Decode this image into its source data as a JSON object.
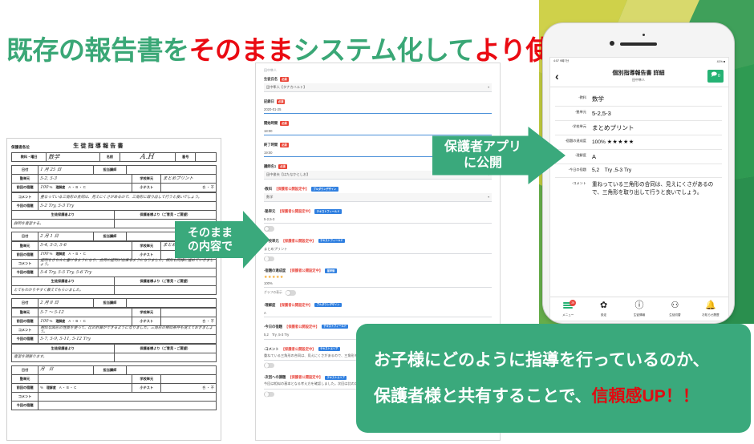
{
  "headline": {
    "seg1": "既存の報告書を",
    "seg2": "そのまま",
    "seg3": "システム化して",
    "seg4": "より使い易く",
    "color_green": "#3aa776",
    "color_red": "#ea0a12"
  },
  "paper_form": {
    "addressee": "保護者各位",
    "title": "生徒指導報告書",
    "header_row": {
      "subject_label": "教科・曜日",
      "subject_value": "数学",
      "name_label": "名前",
      "name_value": "A.H",
      "number_label": "番号",
      "number_value": ""
    },
    "entries": [
      {
        "date_label": "日付",
        "date_value": "1 月 25 日",
        "teacher_label": "担当講師",
        "teacher_value": "",
        "unit_label": "塾単元",
        "unit_value": "5-2, 5-3",
        "school_unit_label": "学校単元",
        "school_unit_value": "まとめプリント",
        "hw_label": "前回の宿題",
        "hw_value": "100",
        "hw_suffix": "%",
        "understand_label": "理解度",
        "understand_value": "A ・ B ・ C",
        "test_label": "小テスト",
        "test_value": "",
        "pass_label": "合 ・ 不",
        "comment_label": "コメント",
        "comment_value": "重なっている三角形の合同は、見えにくさがあるので、三角形に取り出して行うと良いでしょう。",
        "next_label": "今回の宿題",
        "next_value": "5-2 Try,  5-3 Try",
        "sign_label": "生徒保護者より",
        "sign_value": "説明を復習する。",
        "guardian_label": "保護者様より（ご意見・ご要望）"
      },
      {
        "date_label": "日付",
        "date_value": "2 月 1 日",
        "teacher_label": "担当講師",
        "teacher_value": "",
        "unit_label": "塾単元",
        "unit_value": "5-4, 5-5, 5-6",
        "school_unit_label": "学校単元",
        "school_unit_value": "まとめ",
        "hw_label": "前回の宿題",
        "hw_value": "100",
        "hw_suffix": "%",
        "understand_label": "理解度",
        "understand_value": "A ・ B ・ C",
        "test_label": "小テスト",
        "test_value": "",
        "pass_label": "合 ・ 不",
        "comment_label": "コメント",
        "comment_value": "証明をきちんと書けるようになり、合同の証明が出来るようになりました。相似も同様に進めていきましょう。",
        "next_label": "今回の宿題",
        "next_value": "5-4 Try, 5-5 Try, 5-6 Try",
        "sign_label": "生徒保護者より",
        "sign_value": "とてもわかりやすく教えてもらいました。",
        "guardian_label": "保護者様より（ご意見・ご要望）"
      },
      {
        "date_label": "日付",
        "date_value": "2 月 8 日",
        "teacher_label": "担当講師",
        "teacher_value": "",
        "unit_label": "塾単元",
        "unit_value": "5-7 ～ 5-12",
        "school_unit_label": "学校単元",
        "school_unit_value": "",
        "hw_label": "前回の宿題",
        "hw_value": "100",
        "hw_suffix": "%",
        "understand_label": "理解度",
        "understand_value": "A ・ B ・ C",
        "test_label": "小テスト",
        "test_value": "",
        "pass_label": "合 ・ 不",
        "comment_label": "コメント",
        "comment_value": "相似な図形の性質を使って、比の計算ができるようになりました。三角形の相似条件も覚えておきましょう。",
        "next_label": "今回の宿題",
        "next_value": "5-7, 5-9, 5-11, 5-12 Try",
        "sign_label": "生徒保護者より",
        "sign_value": "復習を頑張ります。",
        "guardian_label": "保護者様より（ご意見・ご要望）"
      },
      {
        "date_label": "日付",
        "date_value": "月　日",
        "teacher_label": "担当講師",
        "teacher_value": "",
        "unit_label": "塾単元",
        "unit_value": "",
        "school_unit_label": "学校単元",
        "school_unit_value": "",
        "hw_label": "前回の宿題",
        "hw_value": "",
        "hw_suffix": "%",
        "understand_label": "理解度",
        "understand_value": "A ・ B ・ C",
        "test_label": "小テスト",
        "test_value": "",
        "pass_label": "合 ・ 不",
        "comment_label": "コメント",
        "comment_value": "",
        "next_label": "今回の宿題",
        "next_value": "",
        "sign_label": "生徒保護者より",
        "sign_value": "",
        "guardian_label": "保護者様より（ご意見・ご要望）"
      }
    ]
  },
  "web_form": {
    "head_left": "田中隼人",
    "head_right": "",
    "badge_required": "必須",
    "badge_public": "保護者公開設定中",
    "fields": [
      {
        "label": "生徒氏名",
        "req": "必須",
        "value": "田中隼人【タナカハルト】",
        "kind": "select"
      },
      {
        "label": "記録日",
        "req": "必須",
        "value": "2020-01-25",
        "kind": "input"
      },
      {
        "label": "開始時間",
        "req": "必須",
        "value": "18:00",
        "kind": "input-active"
      },
      {
        "label": "終了時間",
        "req": "必須",
        "value": "19:00",
        "kind": "input-active"
      },
      {
        "label": "講師名1",
        "req": "必須",
        "value": "田中俊夫【はたなかとしお】",
        "kind": "select"
      },
      {
        "label": "-教科",
        "pub": "【保護者公開設定中】",
        "tag": "プルダウンデザイン",
        "value": "数学",
        "kind": "select"
      },
      {
        "label": "-塾単元",
        "pub": "【保護者公開設定中】",
        "tag": "テキストフィールド",
        "value": "5-2,5-3",
        "kind": "input"
      },
      {
        "label": "-学校単元",
        "pub": "【保護者公開設定中】",
        "tag": "テキストフィールド",
        "value": "まとめプリント",
        "kind": "input"
      },
      {
        "label": "-宿題の達成度",
        "pub": "【保護者公開設定中】",
        "tag": "星評価",
        "value": "100%",
        "kind": "stars",
        "stars": "★★★★★",
        "toggle_label": "グラフの表示"
      },
      {
        "label": "-理解度",
        "pub": "【保護者公開設定中】",
        "tag": "プルダウンデザイン",
        "value": "A",
        "kind": "select"
      },
      {
        "label": "-今日の宿題",
        "pub": "【保護者公開設定中】",
        "tag": "テキストフィールド",
        "value": "5,2　Try ,5-3 Try",
        "kind": "input"
      },
      {
        "label": "-コメント",
        "pub": "【保護者公開設定中】",
        "tag": "テキストエリア",
        "value": "重ねている三角形の合同は、見えにくさがあるので、三角形を取り出して行うと良いでしょう。",
        "kind": "textarea"
      },
      {
        "label": "-次回への課題",
        "pub": "【保護者公開設定中】",
        "tag": "テキストエリア",
        "value": "今回は相似の基本となる考え方を確認しました。次回は比の計算を練習します。",
        "kind": "textarea"
      }
    ]
  },
  "phone": {
    "status_left": "4:57  9時7分",
    "status_right": "41% ■",
    "appbar": {
      "back_icon": "chevron-left-icon",
      "title": "個別指導報告書 詳細",
      "subtitle": "田中隼人",
      "comment_count": "0"
    },
    "rows": [
      {
        "label": "-教科",
        "value": "数学"
      },
      {
        "label": "-塾単元",
        "value": "5-2,5-3"
      },
      {
        "label": "-学校単元",
        "value": "まとめプリント"
      },
      {
        "label": "-宿題の達成度",
        "value": "100%",
        "stars": "★★★★★"
      },
      {
        "label": "-理解度",
        "value": "A"
      },
      {
        "label": "-今日の宿題",
        "value": "5,2　Try ,5-3 Try"
      },
      {
        "label": "-コメント",
        "value": "重ねっている三角形の合同は、見えにくさがあるので、三角形を取り出して行うと良いでしょう。"
      }
    ],
    "tabs": [
      {
        "icon": "menu-icon",
        "label": "メニュー",
        "badge": "29"
      },
      {
        "icon": "gear-icon",
        "label": "設定",
        "glyph": "✿"
      },
      {
        "icon": "info-icon",
        "label": "生徒情報",
        "glyph": "ⓘ"
      },
      {
        "icon": "people-icon",
        "label": "生徒切替",
        "glyph": "👥"
      },
      {
        "icon": "bell-icon",
        "label": "お知らせ履歴",
        "glyph": "🔔"
      }
    ]
  },
  "callouts": {
    "arrow1_line1": "そのまま",
    "arrow1_line2": "の内容で",
    "arrow2_line1": "保護者アプリ",
    "arrow2_line2": "に公開",
    "banner_line1": "お子様にどのように指導を行っているのか、",
    "banner_line2a": "保護者様と共有することで、",
    "banner_line2b": "信頼感UP！！",
    "green": "#3aa97c",
    "red": "#e00b11"
  }
}
